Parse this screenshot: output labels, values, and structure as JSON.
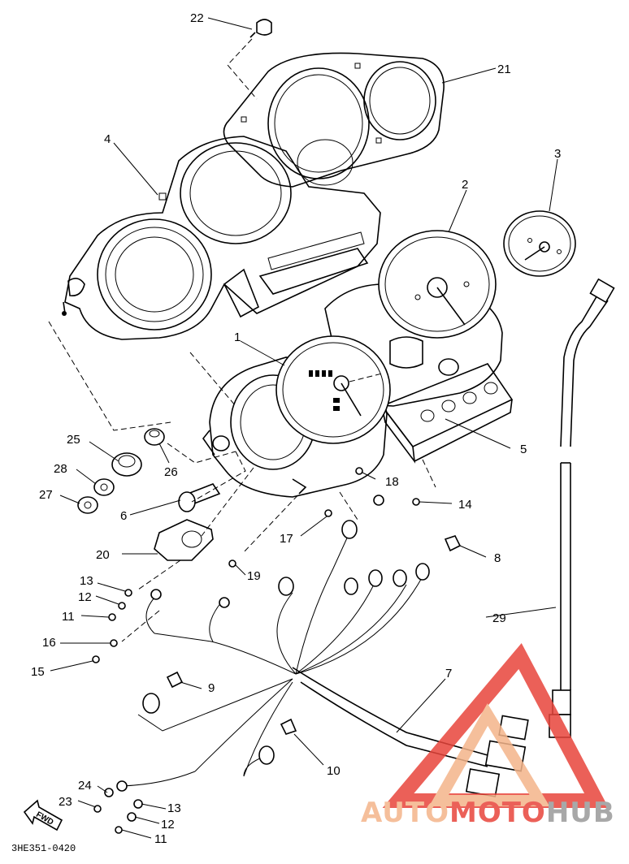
{
  "diagram": {
    "part_code": "3HE351-0420",
    "fwd_label": "FWD",
    "callouts": [
      "1",
      "2",
      "3",
      "4",
      "5",
      "6",
      "7",
      "8",
      "9",
      "10",
      "11",
      "12",
      "13",
      "14",
      "15",
      "16",
      "17",
      "18",
      "19",
      "20",
      "21",
      "22",
      "23",
      "24",
      "25",
      "26",
      "27",
      "28",
      "29",
      "11",
      "12",
      "13"
    ]
  },
  "watermark": {
    "part1": "AUTO",
    "part2": "MOTO",
    "part3": "HUB",
    "color_light": "#f4b48a",
    "color_dark": "#e8453b",
    "color_gray": "#9a9a9a"
  }
}
